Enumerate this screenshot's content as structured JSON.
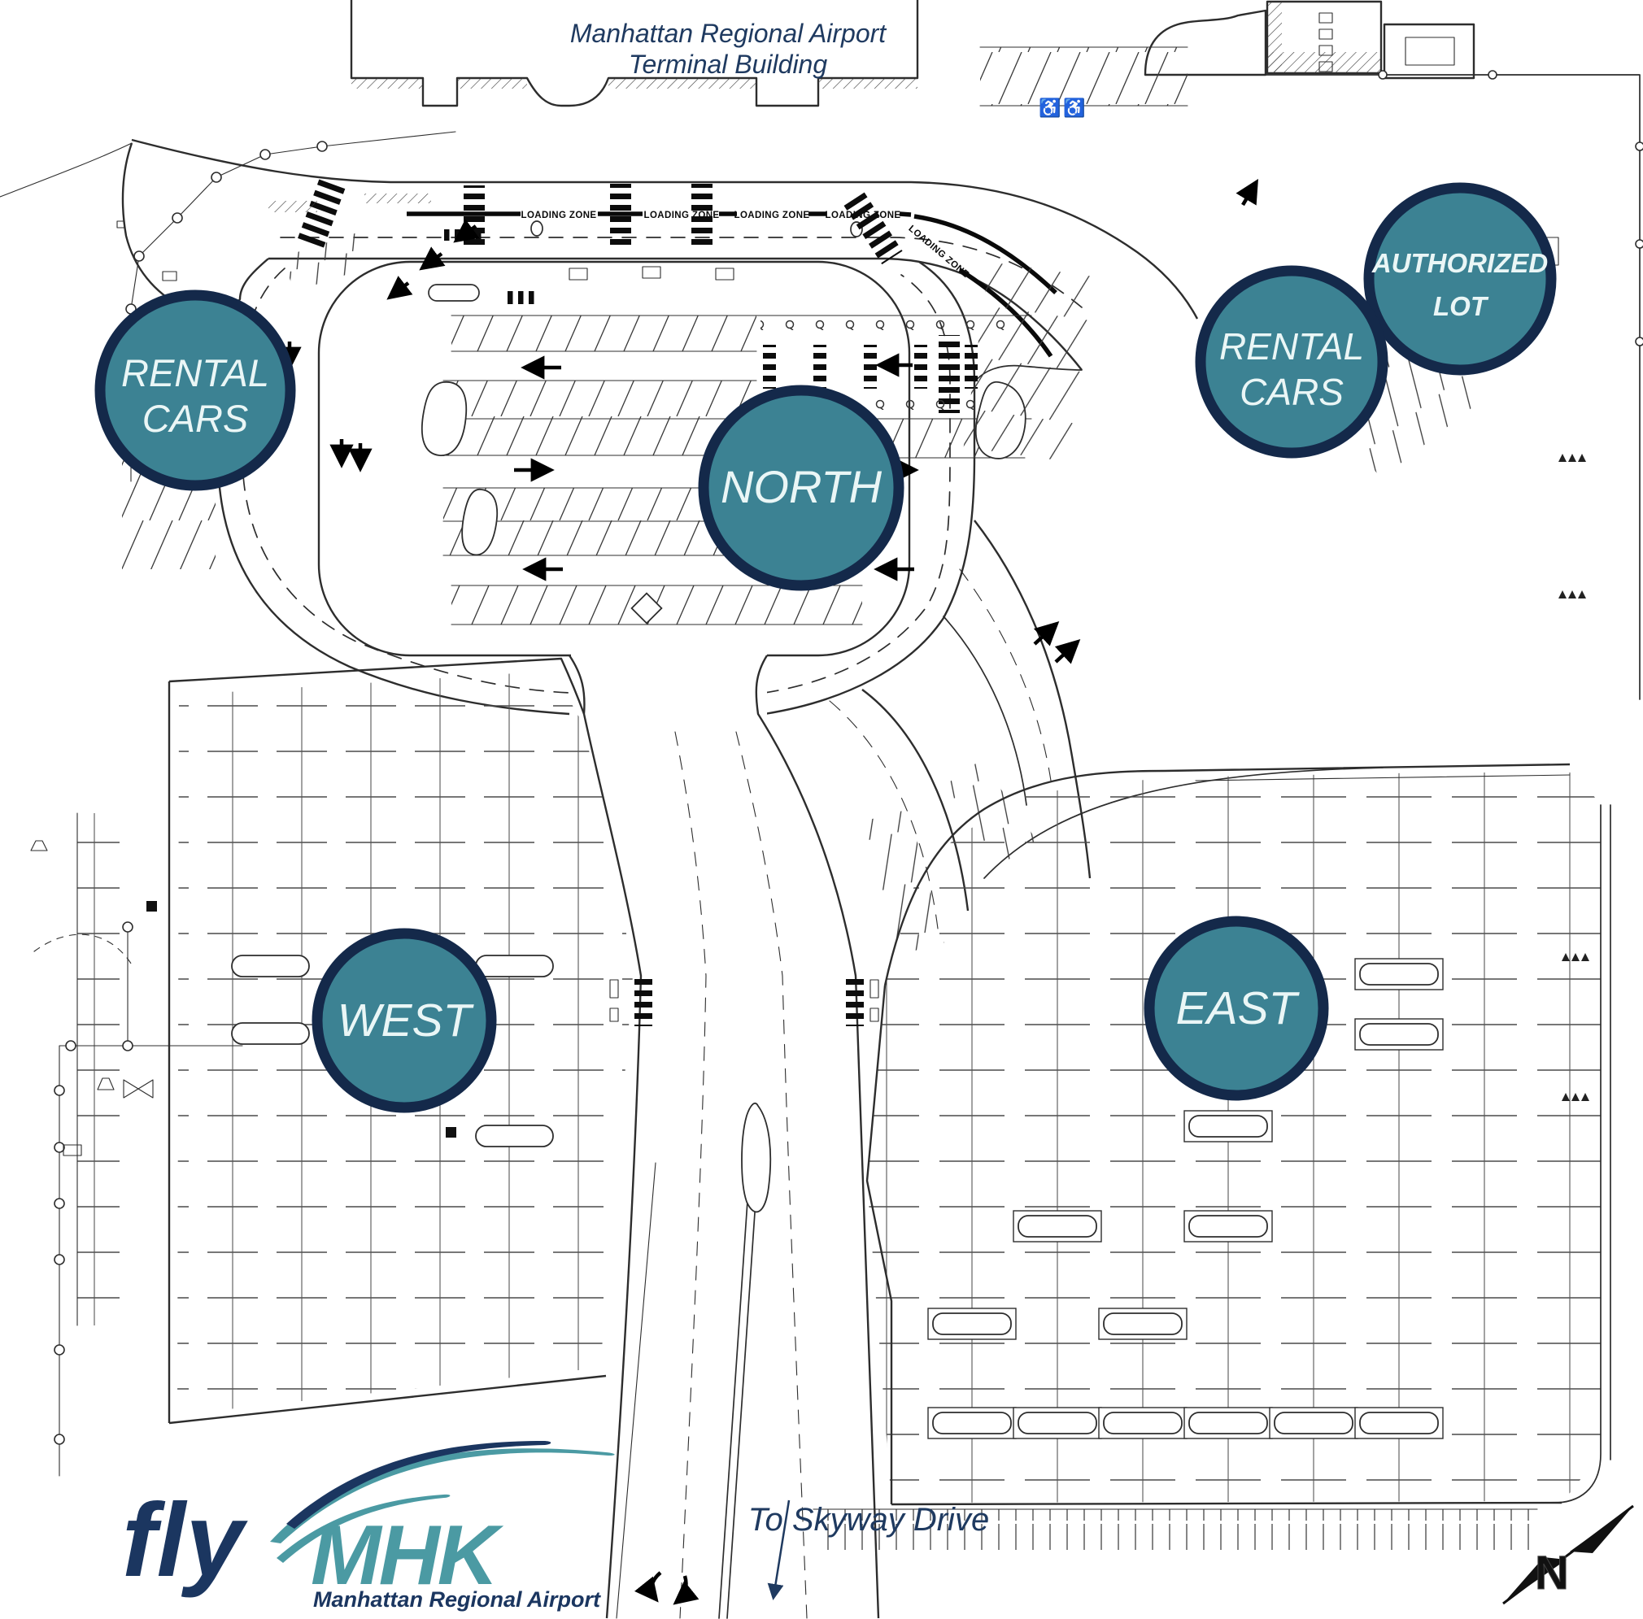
{
  "colors": {
    "teal": "#3C8293",
    "navy_border": "#14294A",
    "ink": "#2D2D2D",
    "text_navy": "#1F3A60",
    "logo_teal": "#4B9AA3",
    "logo_navy": "#1B3660",
    "circle_text": "#EAF6F6"
  },
  "header": {
    "title_line1": "Manhattan Regional Airport",
    "title_line2": "Terminal Building"
  },
  "road_labels": {
    "loading_zone": "LOADING ZONE",
    "to_skyway": "To Skyway Drive"
  },
  "zones": [
    {
      "id": "rental-cars-west",
      "line1": "RENTAL",
      "line2": "CARS"
    },
    {
      "id": "north-lot",
      "line1": "NORTH",
      "line2": ""
    },
    {
      "id": "rental-cars-east",
      "line1": "RENTAL",
      "line2": "CARS"
    },
    {
      "id": "authorized-lot",
      "line1": "AUTHORIZED",
      "line2": "LOT"
    },
    {
      "id": "west-lot",
      "line1": "WEST",
      "line2": ""
    },
    {
      "id": "east-lot",
      "line1": "EAST",
      "line2": ""
    }
  ],
  "compass": {
    "label": "N"
  },
  "logo": {
    "fly": "fly",
    "mhk": "MHK",
    "tagline": "Manhattan Regional Airport"
  },
  "accessibility": {
    "wheelchair": "♿"
  }
}
